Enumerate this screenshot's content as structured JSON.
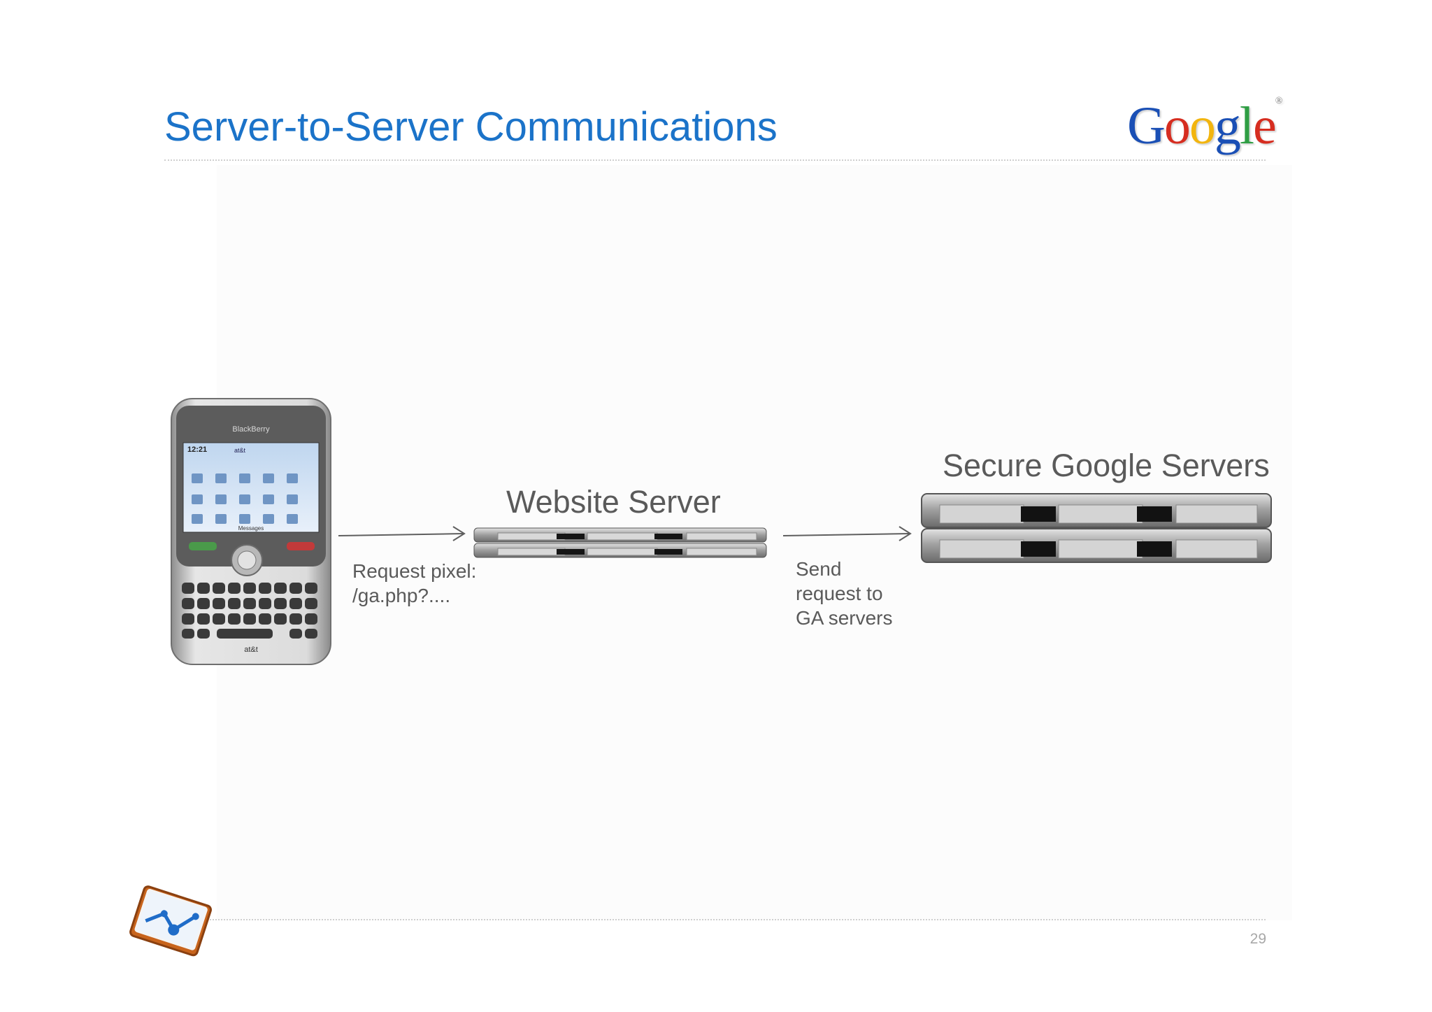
{
  "slide": {
    "title": "Server-to-Server Communications",
    "page_number": "29"
  },
  "logo": {
    "letters": [
      {
        "char": "G",
        "color": "#1a4fb5"
      },
      {
        "char": "o",
        "color": "#d62d20"
      },
      {
        "char": "o",
        "color": "#f2b50f"
      },
      {
        "char": "g",
        "color": "#1a4fb5"
      },
      {
        "char": "l",
        "color": "#2f9e44"
      },
      {
        "char": "e",
        "color": "#d62d20"
      }
    ],
    "trademark": "®"
  },
  "phone": {
    "brand": "BlackBerry",
    "clock": "12:21",
    "carrier": "at&t",
    "screen_title": "Messages"
  },
  "diagram": {
    "website_server_label": "Website Server",
    "google_servers_label": "Secure Google Servers",
    "request_label_line1": "Request pixel:",
    "request_label_line2": "/ga.php?....",
    "send_label_line1": "Send",
    "send_label_line2": "request to",
    "send_label_line3": "GA servers"
  },
  "colors": {
    "title": "#1b73c9",
    "label_text": "#5a5a5a",
    "arrow": "#5f5f5f"
  }
}
